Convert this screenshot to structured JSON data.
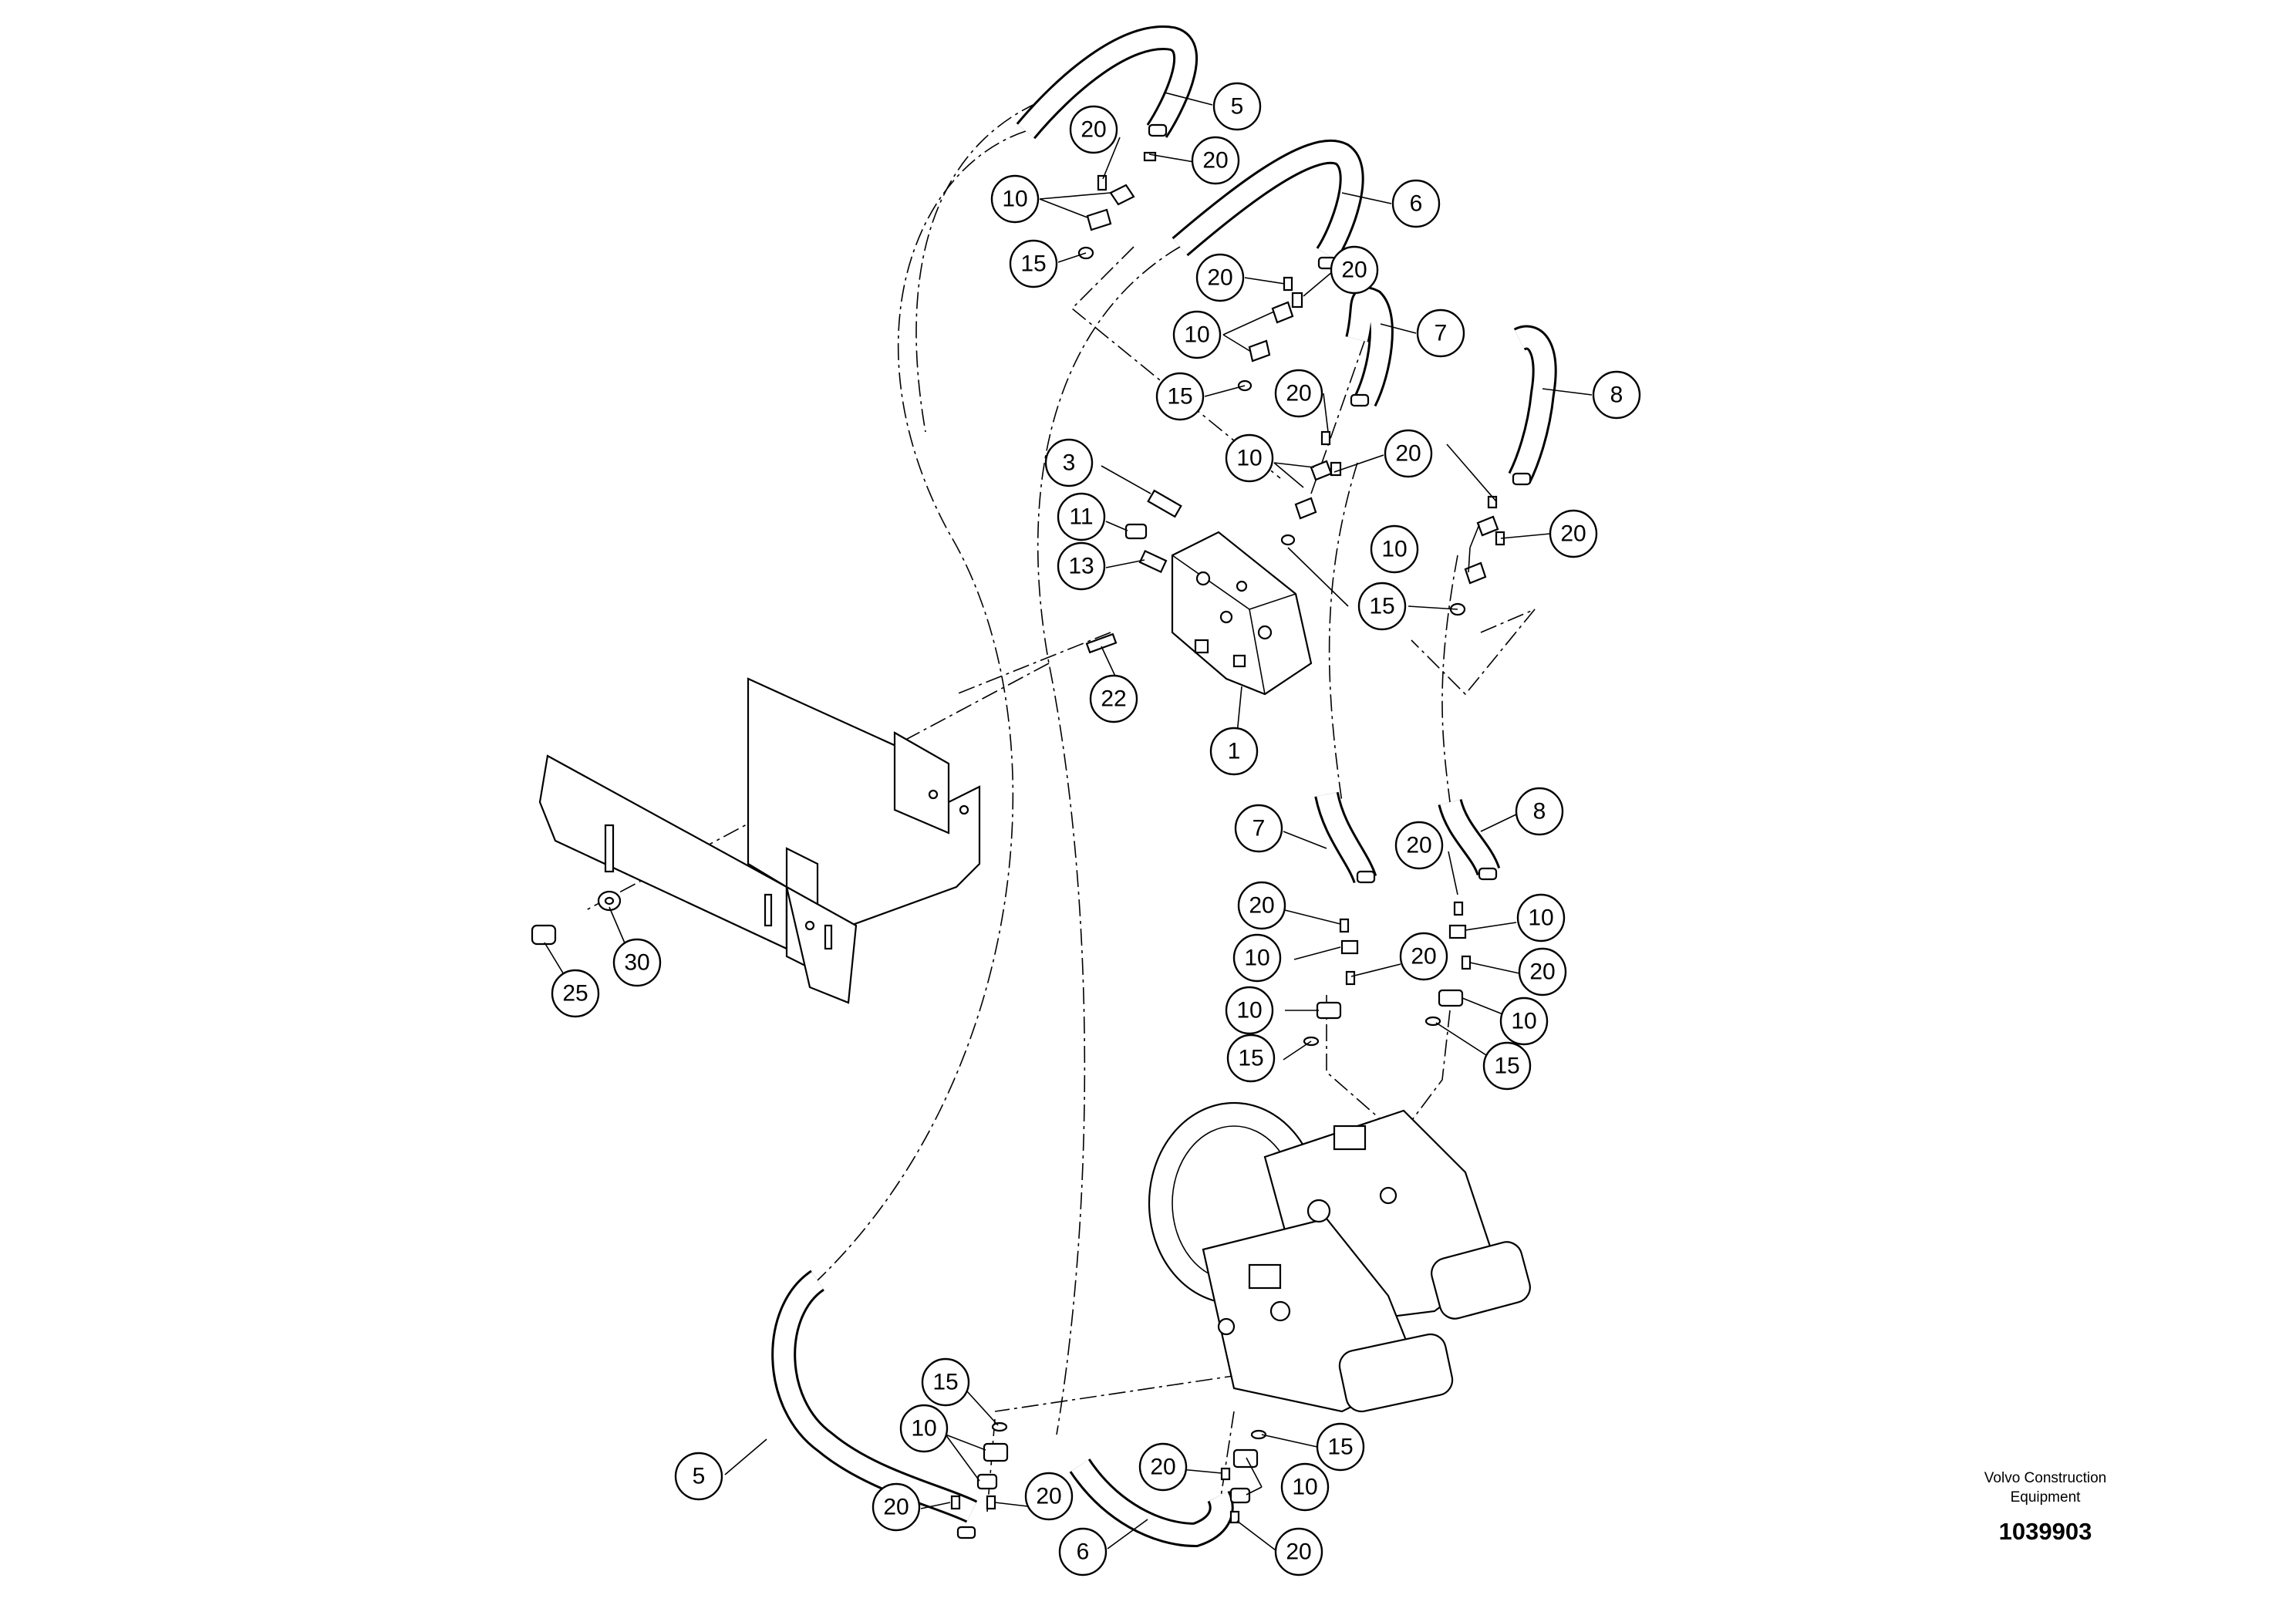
{
  "callouts": [
    "5",
    "20",
    "20",
    "10",
    "15",
    "6",
    "20",
    "20",
    "10",
    "15",
    "7",
    "20",
    "3",
    "11",
    "13",
    "10",
    "20",
    "8",
    "10",
    "20",
    "15",
    "22",
    "1",
    "7",
    "8",
    "20",
    "20",
    "10",
    "10",
    "20",
    "20",
    "10",
    "10",
    "15",
    "15",
    "30",
    "25",
    "15",
    "10",
    "15",
    "20",
    "20",
    "10",
    "5",
    "20",
    "6",
    "20"
  ],
  "caption": {
    "company": "Volvo Construction Equipment",
    "drawing_number": "1039903"
  }
}
